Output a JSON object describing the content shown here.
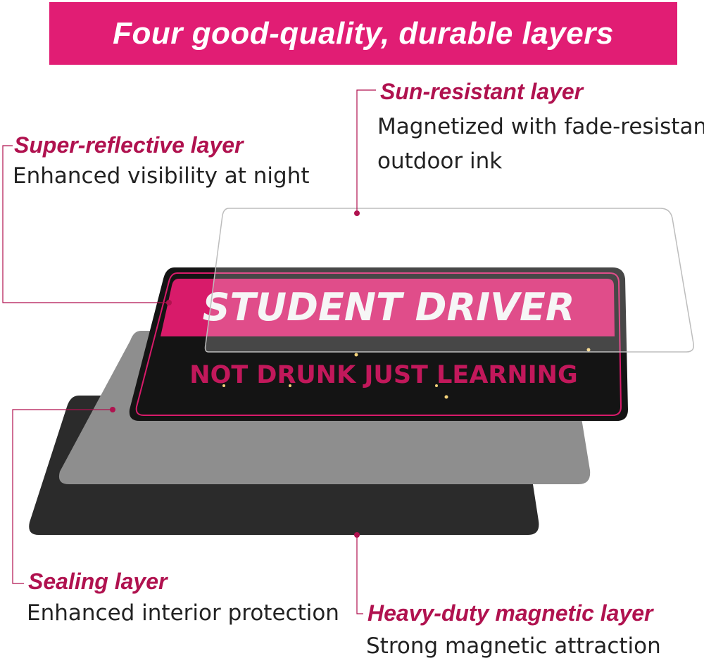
{
  "banner": {
    "title": "Four good-quality, durable layers"
  },
  "layers": {
    "sun_resistant": {
      "title": "Sun-resistant layer",
      "desc_line1": "Magnetized with fade-resistant",
      "desc_line2": "outdoor ink"
    },
    "super_reflective": {
      "title": "Super-reflective layer",
      "desc": "Enhanced visibility at night"
    },
    "sealing": {
      "title": "Sealing layer",
      "desc": "Enhanced interior protection"
    },
    "magnetic": {
      "title": "Heavy-duty magnetic layer",
      "desc": "Strong magnetic attraction"
    }
  },
  "sign": {
    "line1": "STUDENT DRIVER",
    "line2": "NOT DRUNK JUST LEARNING"
  },
  "colors": {
    "accent": "#e11d74",
    "label_title": "#b0124f",
    "leader": "#b0124f",
    "sign_pink": "#d81b6a",
    "sign_black": "#1a1a1a"
  }
}
